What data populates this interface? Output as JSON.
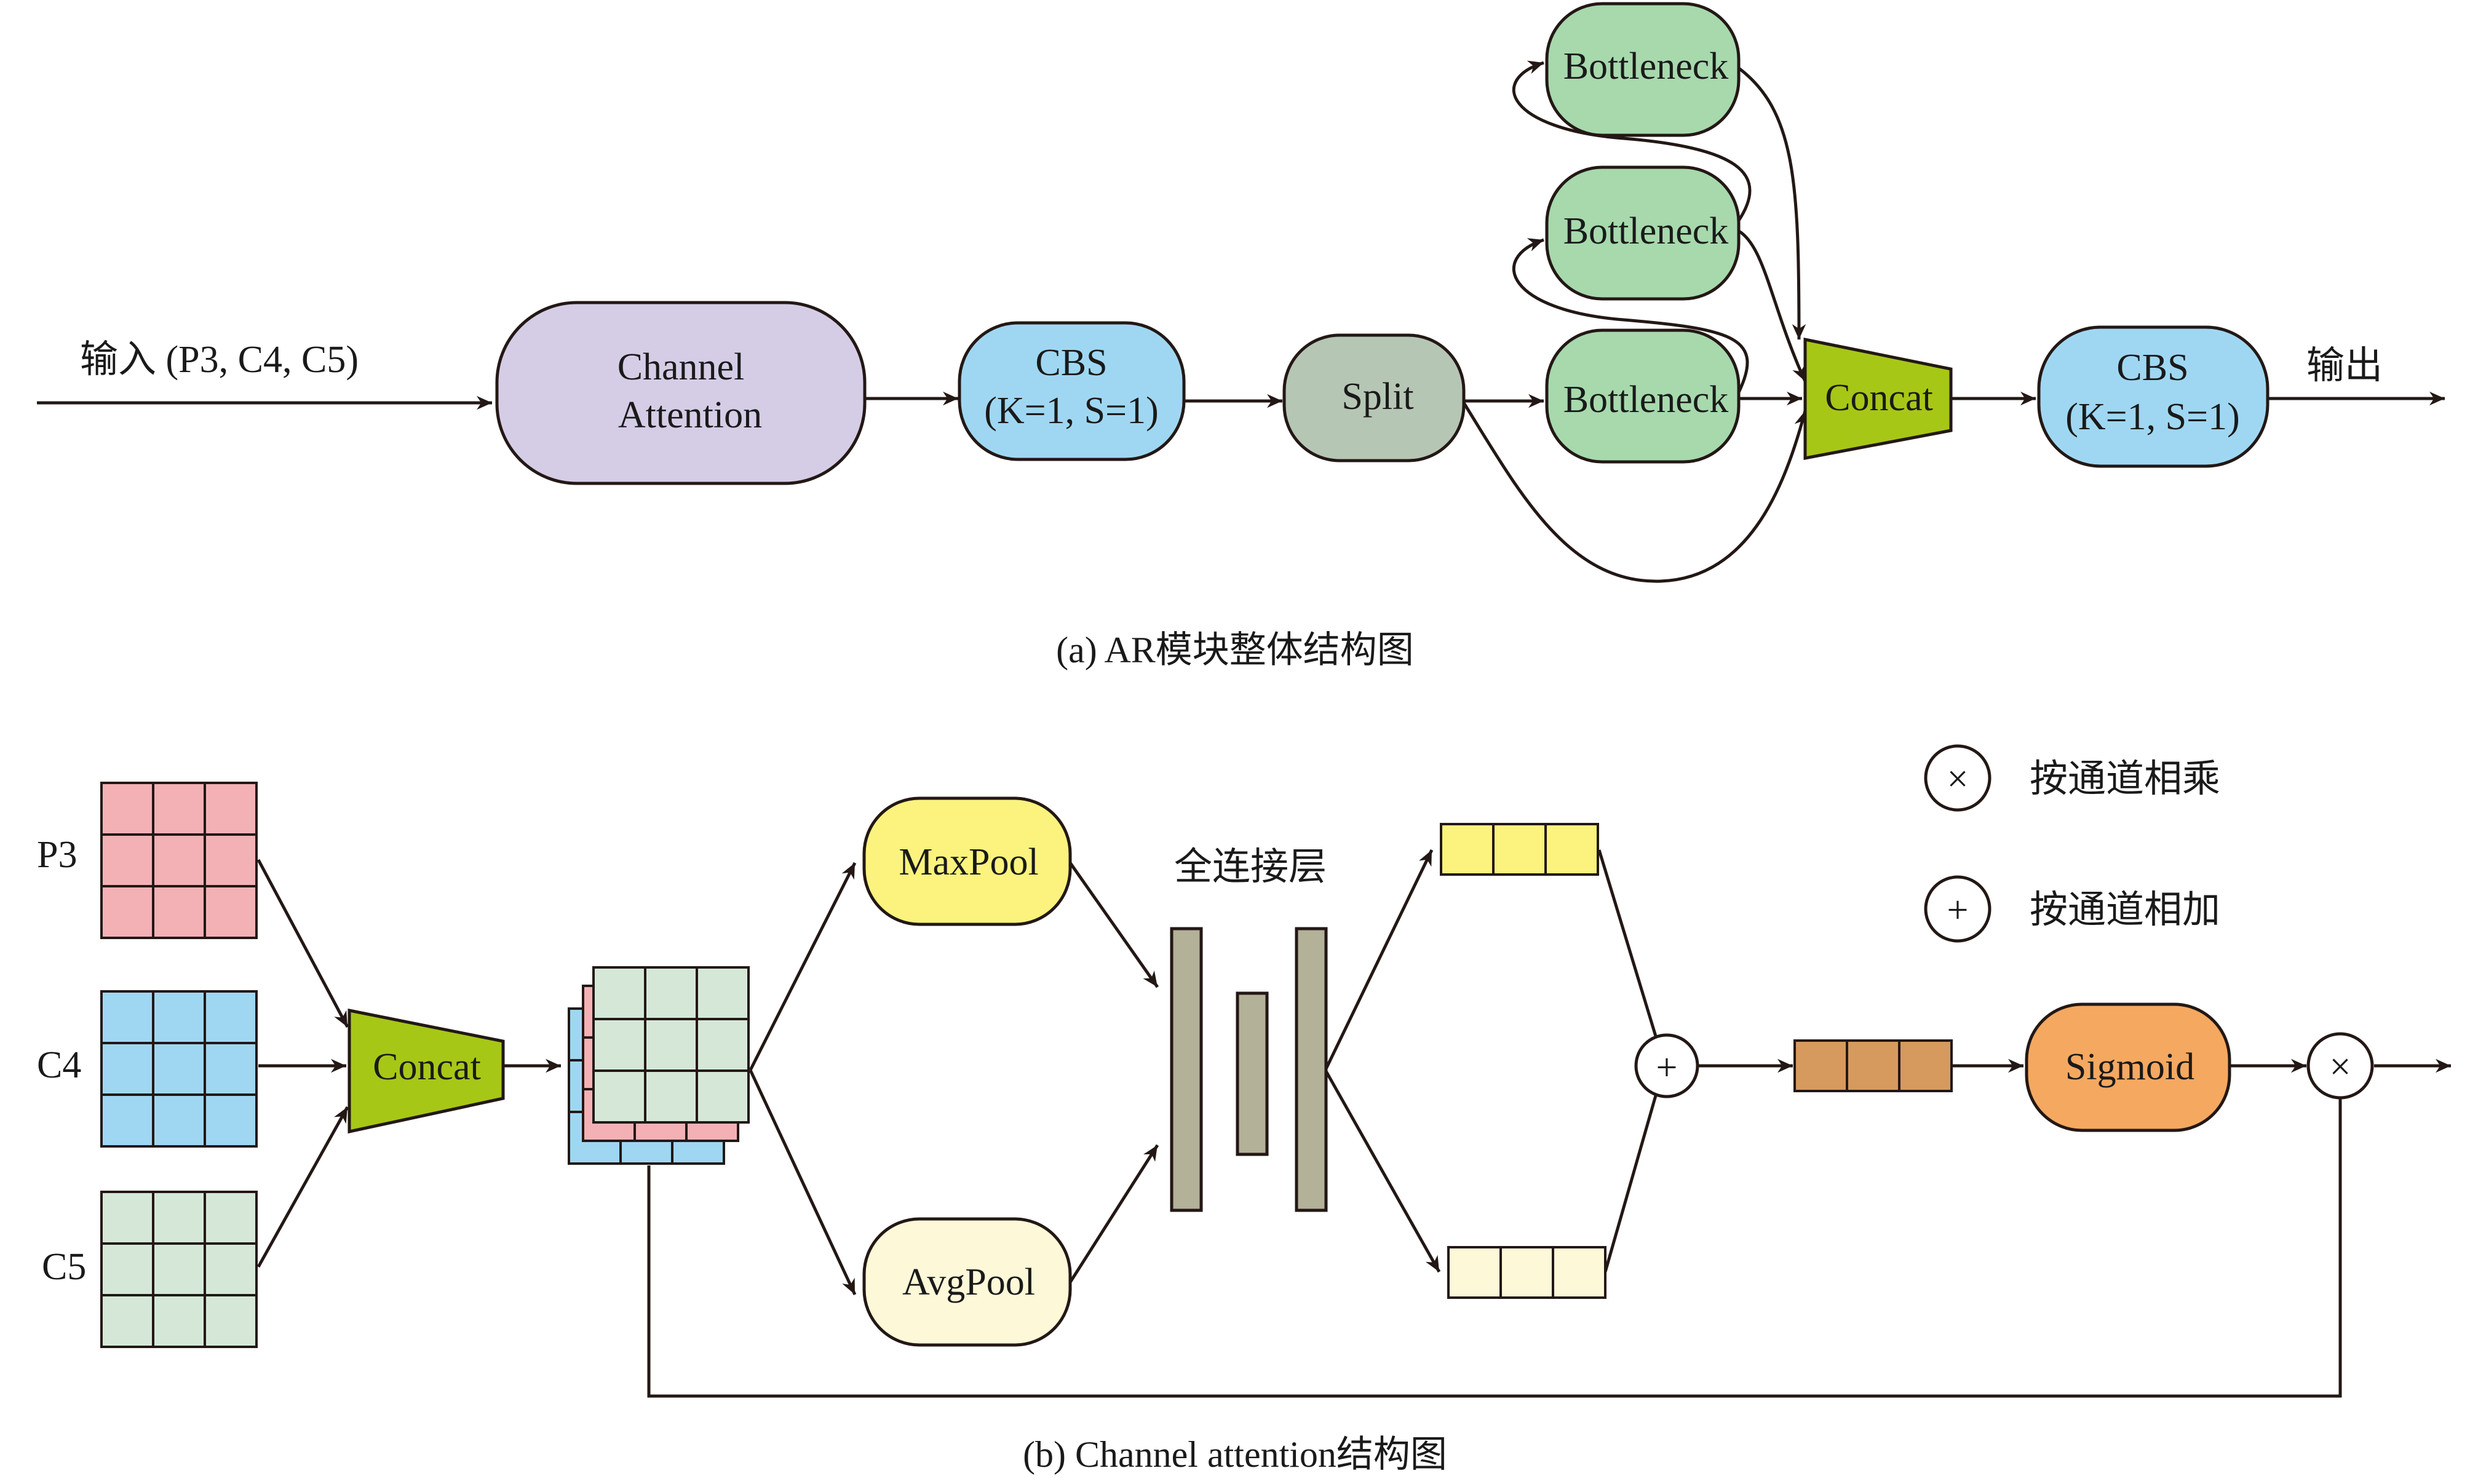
{
  "part_a": {
    "input_label": "输入 (P3, C4, C5)",
    "output_label": "输出",
    "channel_attention": {
      "line1": "Channel",
      "line2": "Attention",
      "color": "#d5cde6"
    },
    "cbs_1": {
      "line1": "CBS",
      "line2": "(K=1, S=1)",
      "color": "#9fd7f2"
    },
    "split": {
      "label": "Split",
      "color": "#b6c6b4"
    },
    "bottleneck_top": {
      "label": "Bottleneck",
      "color": "#a7d9ad"
    },
    "bottleneck_mid": {
      "label": "Bottleneck",
      "color": "#a7d9ad"
    },
    "bottleneck_bot": {
      "label": "Bottleneck",
      "color": "#a7d9ad"
    },
    "concat": {
      "label": "Concat",
      "color": "#a7c716"
    },
    "cbs_2": {
      "line1": "CBS",
      "line2": "(K=1, S=1)",
      "color": "#9fd7f2"
    },
    "caption": "(a) AR模块整体结构图"
  },
  "part_b": {
    "p3_label": "P3",
    "c4_label": "C4",
    "c5_label": "C5",
    "p3_color": "#f4b1b5",
    "c4_color": "#9fd7f2",
    "c5_color": "#d5e8d8",
    "concat": {
      "label": "Concat",
      "color": "#a7c716"
    },
    "maxpool": {
      "label": "MaxPool",
      "color": "#fbf37e"
    },
    "avgpool": {
      "label": "AvgPool",
      "color": "#fdf8d8"
    },
    "fc_label": "全连接层",
    "fc_color": "#b3b198",
    "max_vector_color": "#fbf37e",
    "avg_vector_color": "#fdf8d8",
    "sum_vector_color": "#d69a5f",
    "sigmoid": {
      "label": "Sigmoid",
      "color": "#f5a860"
    },
    "add_symbol": "+",
    "mul_symbol": "×",
    "legend": {
      "mul_text": "按通道相乘",
      "add_text": "按通道相加",
      "mul_symbol": "×",
      "add_symbol": "+"
    },
    "caption": "(b) Channel attention结构图"
  }
}
